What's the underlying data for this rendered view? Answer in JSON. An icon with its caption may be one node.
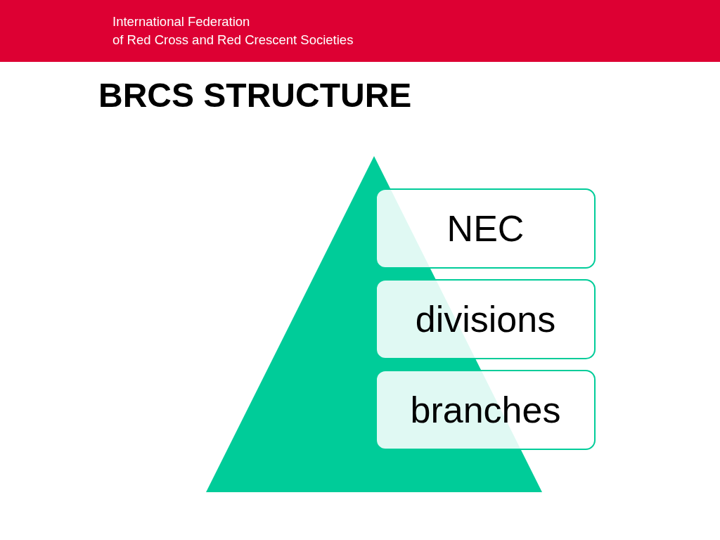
{
  "diagram": {
    "title": "BRCS STRUCTURE",
    "nodes": [
      {
        "text": [
          "NEC"
        ]
      },
      {
        "text": [
          "divisions"
        ]
      },
      {
        "text": [
          "branches"
        ]
      }
    ],
    "labels": [
      "International Federation of Red Cross and Red Crescent Societies"
    ]
  }
}
